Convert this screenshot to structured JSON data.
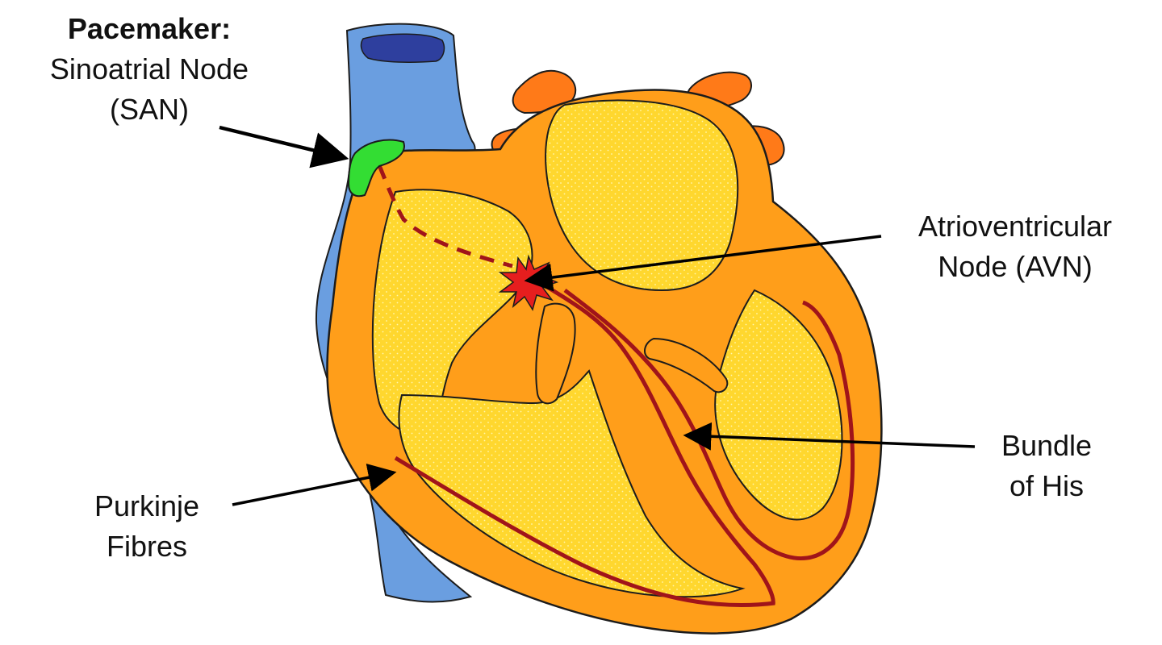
{
  "labels": {
    "san": {
      "heading": "Pacemaker:",
      "line1": "Sinoatrial Node",
      "line2": "(SAN)"
    },
    "avn": {
      "line1": "Atrioventricular",
      "line2": "Node (AVN)"
    },
    "bundle": {
      "line1": "Bundle",
      "line2": "of His"
    },
    "purkinje": {
      "line1": "Purkinje",
      "line2": "Fibres"
    }
  },
  "colors": {
    "vena_cava": "#6a9ee0",
    "vena_cava_opening": "#2e3f9e",
    "heart_wall": "#ff9e1a",
    "vessels": "#ff7a18",
    "chamber": "#ffd72e",
    "sa_node": "#33dd33",
    "av_node": "#e61e1e",
    "conduction": "#a0141a",
    "outline": "#1c1c1c"
  }
}
